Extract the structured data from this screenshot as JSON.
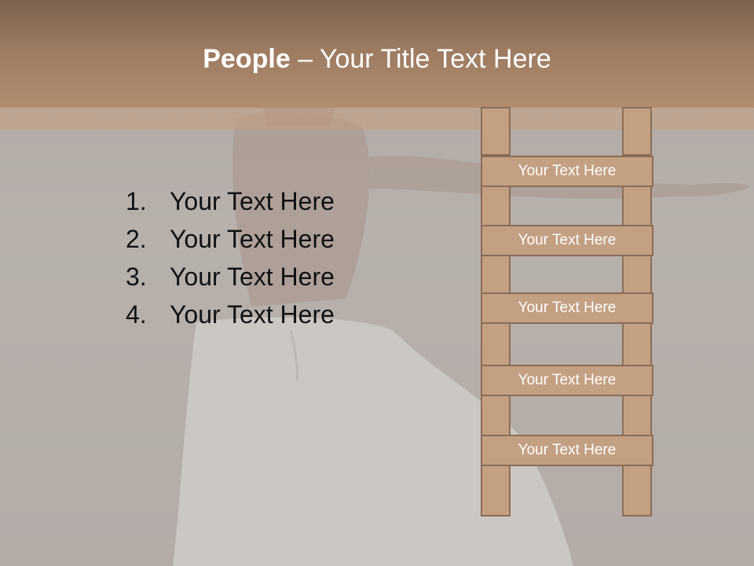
{
  "slide": {
    "title_bold": "People",
    "title_rest": " – Your Title Text Here",
    "list": [
      {
        "number": "1.",
        "text": "Your Text Here"
      },
      {
        "number": "2.",
        "text": "Your Text Here"
      },
      {
        "number": "3.",
        "text": "Your Text Here"
      },
      {
        "number": "4.",
        "text": "Your Text Here"
      }
    ],
    "ladder_rungs": [
      "Your Text Here",
      "Your Text Here",
      "Your Text Here",
      "Your Text Here",
      "Your Text Here"
    ]
  },
  "colors": {
    "header": "#9c7b61",
    "ladder_fill": "#c4a083",
    "ladder_border": "#8a6d56",
    "background": "#b2aba6"
  }
}
